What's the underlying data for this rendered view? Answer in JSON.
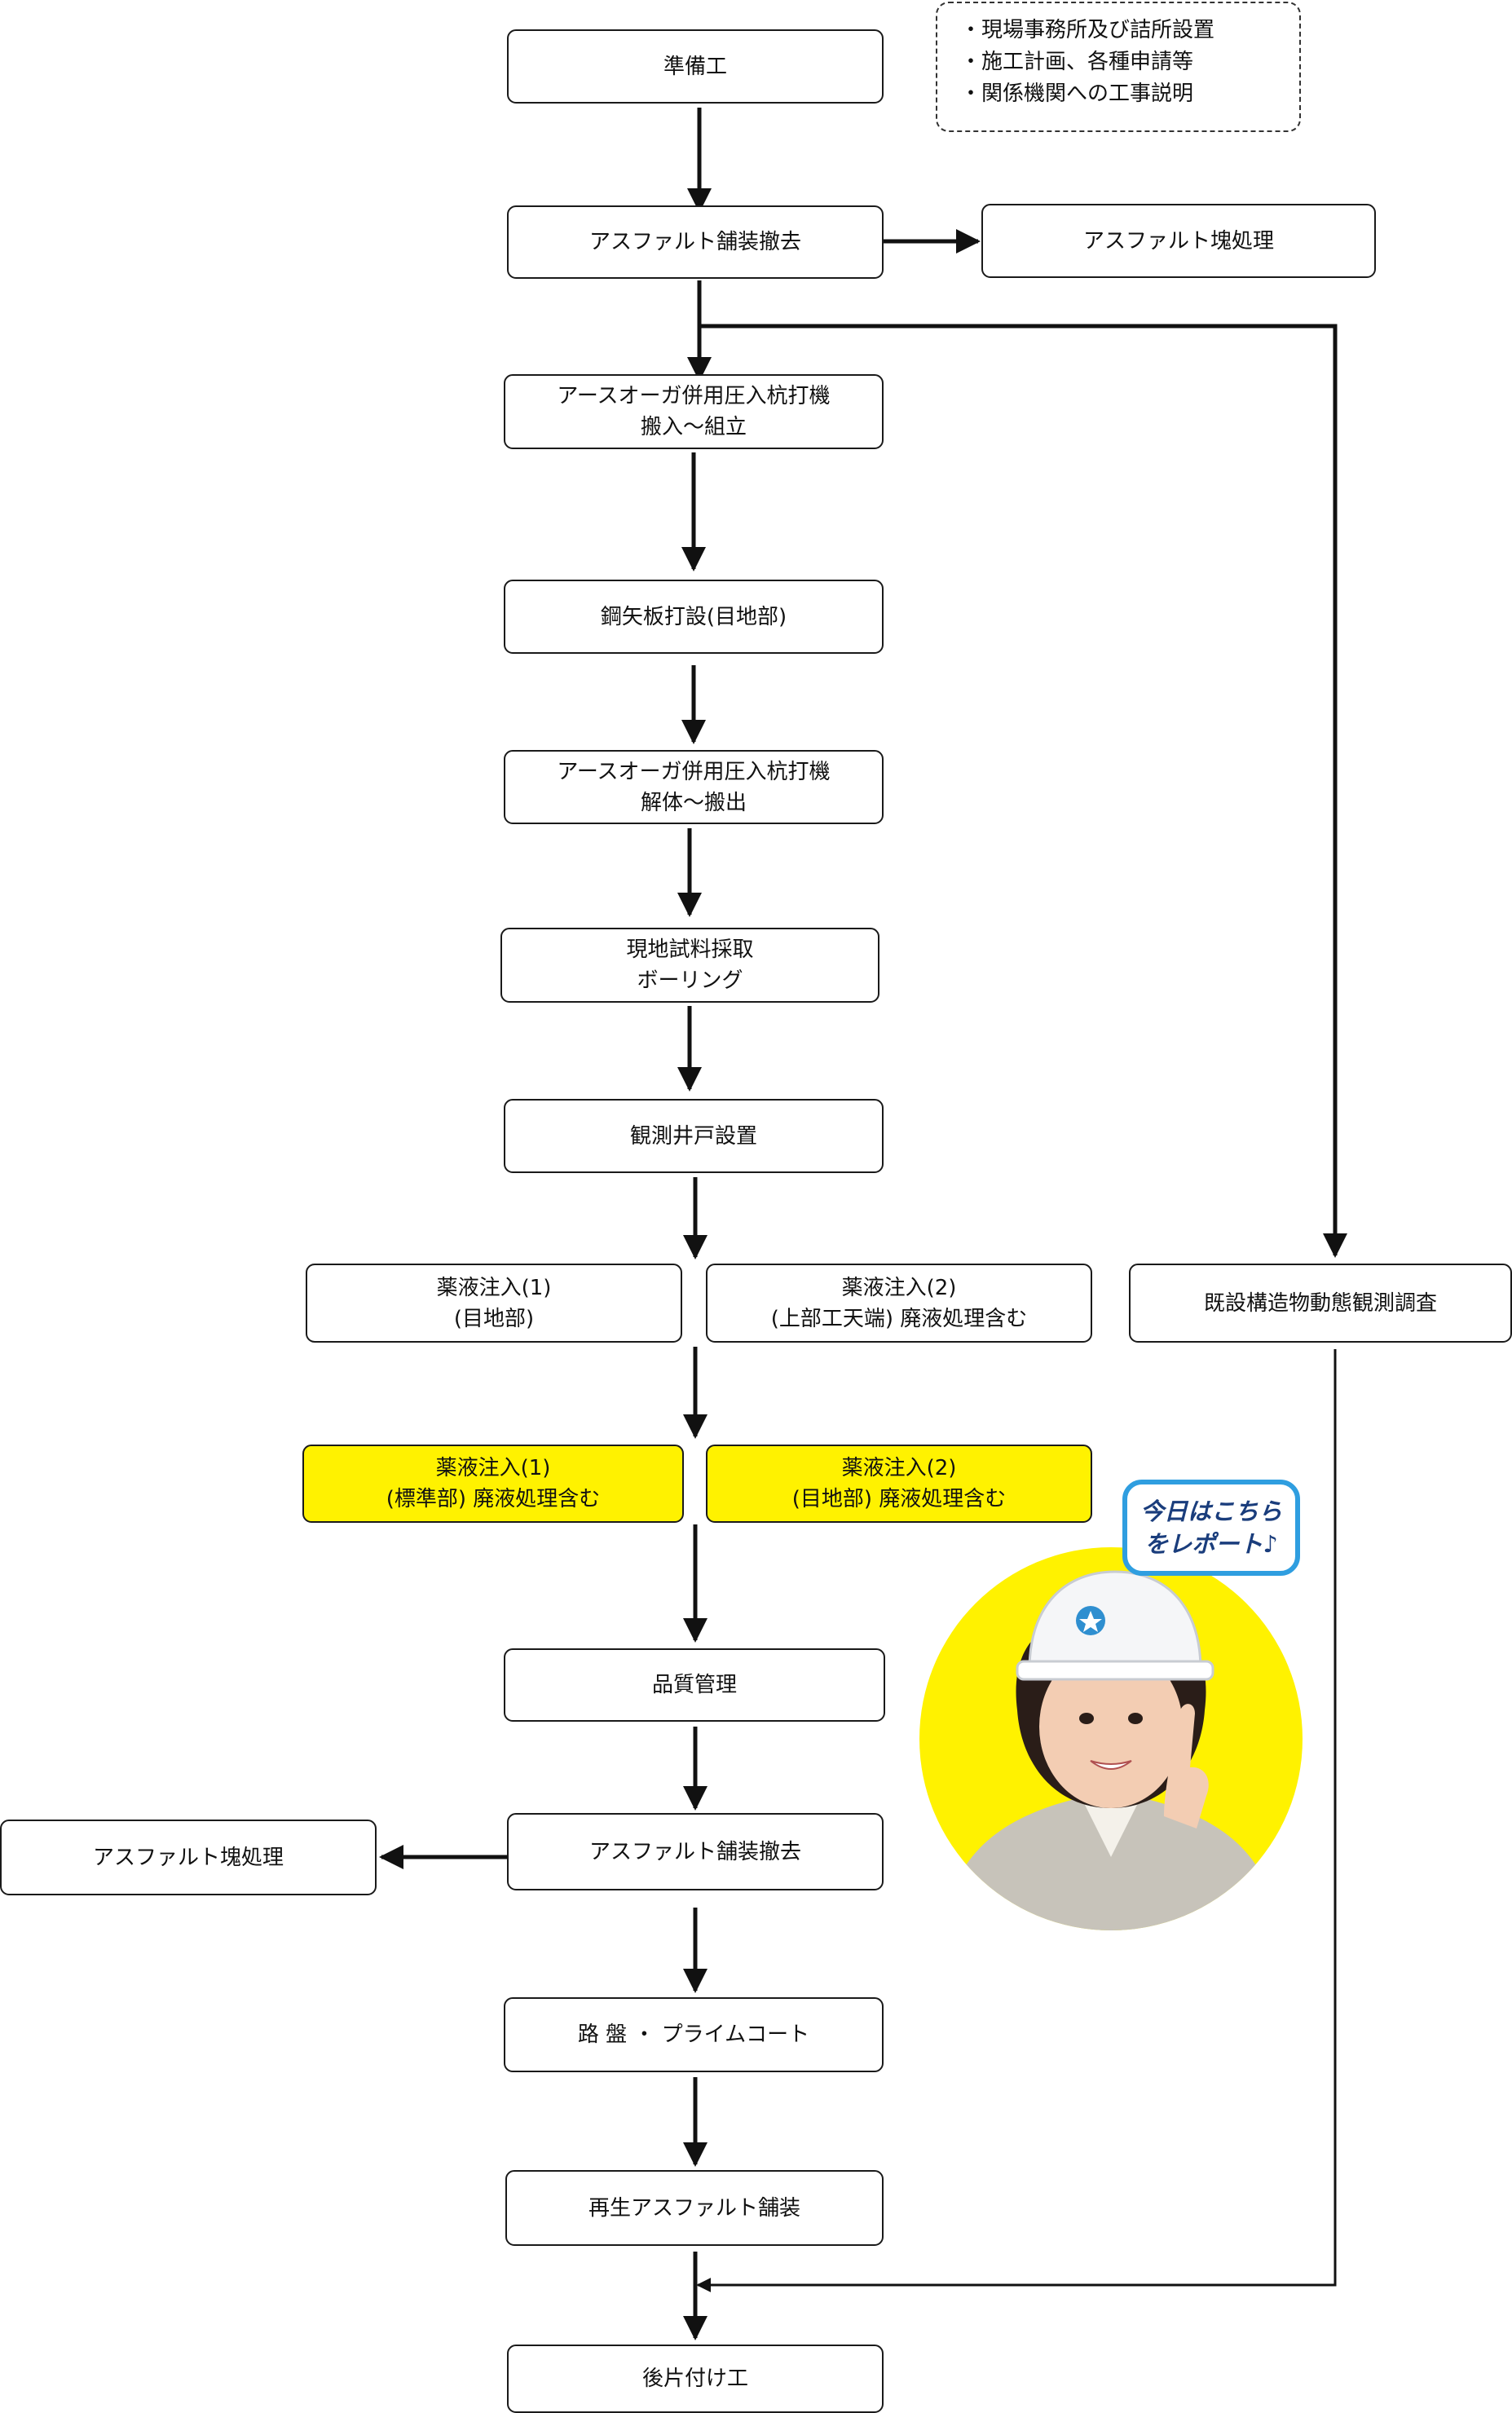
{
  "notes": [
    "・現場事務所及び詰所設置",
    "・施工計画、各種申請等",
    "・関係機関への工事説明"
  ],
  "steps": {
    "prep": [
      "準備工"
    ],
    "asphalt_remove_1": [
      "アスファルト舗装撤去"
    ],
    "asphalt_block_1": [
      "アスファルト塊処理"
    ],
    "auger_setup": [
      "アースオーガ併用圧入杭打機",
      "搬入〜組立"
    ],
    "sheet_pile": [
      "鋼矢板打設(目地部)"
    ],
    "auger_dismantle": [
      "アースオーガ併用圧入杭打機",
      "解体〜搬出"
    ],
    "sampling": [
      "現地試料採取",
      "ボーリング"
    ],
    "well": [
      "観測井戸設置"
    ],
    "inject_1a": [
      "薬液注入(1)",
      "(目地部)"
    ],
    "inject_2a": [
      "薬液注入(2)",
      "(上部工天端) 廃液処理含む"
    ],
    "survey": [
      "既設構造物動態観測調査"
    ],
    "inject_1b": [
      "薬液注入(1)",
      "(標準部) 廃液処理含む"
    ],
    "inject_2b": [
      "薬液注入(2)",
      "(目地部) 廃液処理含む"
    ],
    "quality": [
      "品質管理"
    ],
    "asphalt_remove_2": [
      "アスファルト舗装撤去"
    ],
    "asphalt_block_2": [
      "アスファルト塊処理"
    ],
    "roadbed": [
      "路 盤 ・ プライムコート"
    ],
    "recycled": [
      "再生アスファルト舗装"
    ],
    "cleanup": [
      "後片付け工"
    ]
  },
  "bubble": [
    "今日はこちら",
    "をレポート♪"
  ],
  "colors": {
    "highlight": "#fff200",
    "bubble_border": "#2f9ee0",
    "bubble_text": "#1a3d7c"
  }
}
